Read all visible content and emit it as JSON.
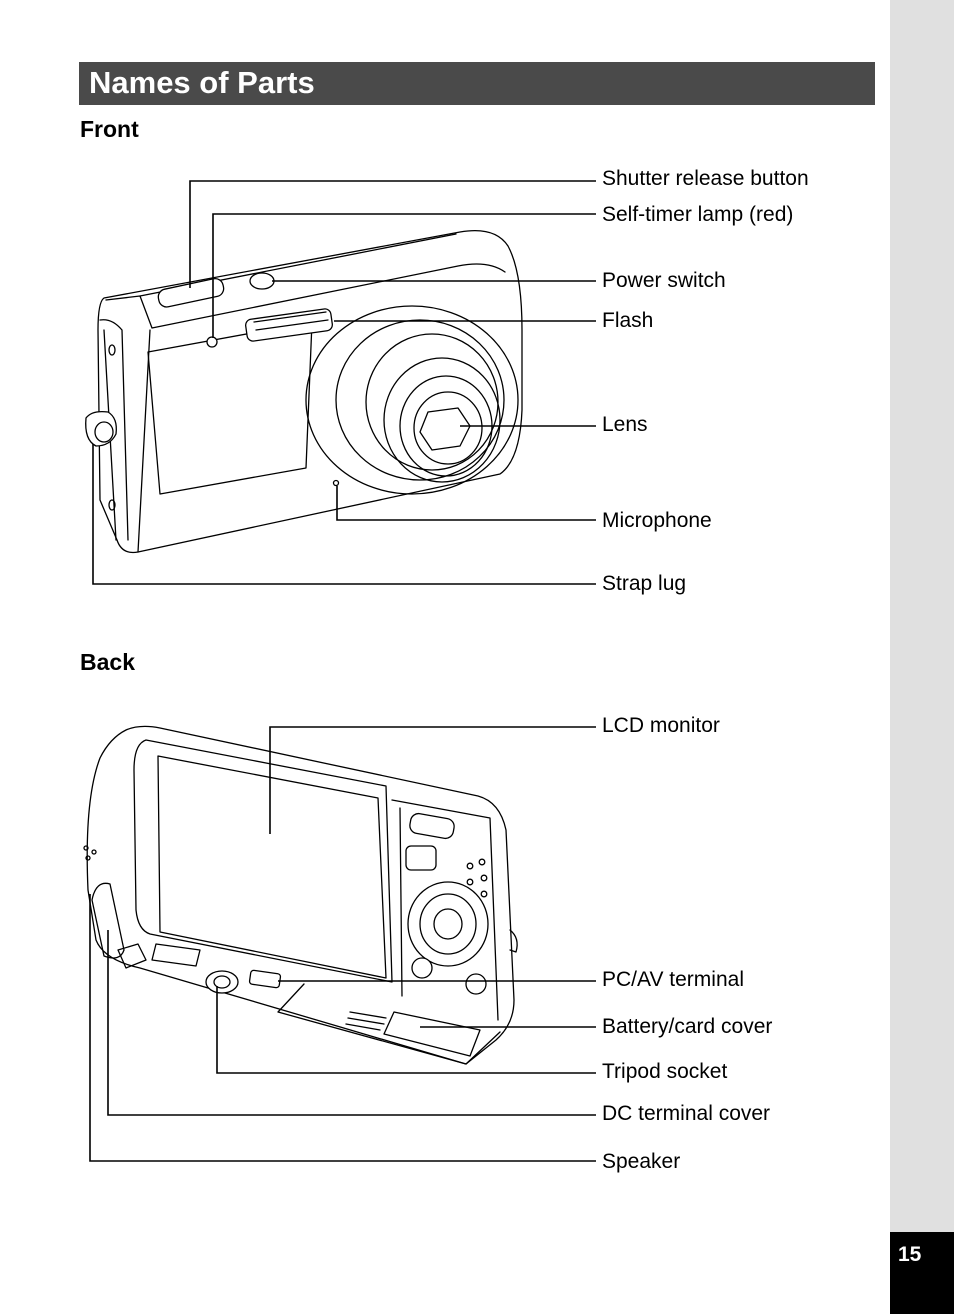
{
  "page": {
    "title": "Names of Parts",
    "page_number": "15"
  },
  "front": {
    "heading": "Front",
    "labels": [
      "Shutter release button",
      "Self-timer lamp (red)",
      "Power switch",
      "Flash",
      "Lens",
      "Microphone",
      "Strap lug"
    ]
  },
  "back": {
    "heading": "Back",
    "labels": [
      "LCD monitor",
      "PC/AV terminal",
      "Battery/card cover",
      "Tripod socket",
      "DC terminal cover",
      "Speaker"
    ]
  }
}
